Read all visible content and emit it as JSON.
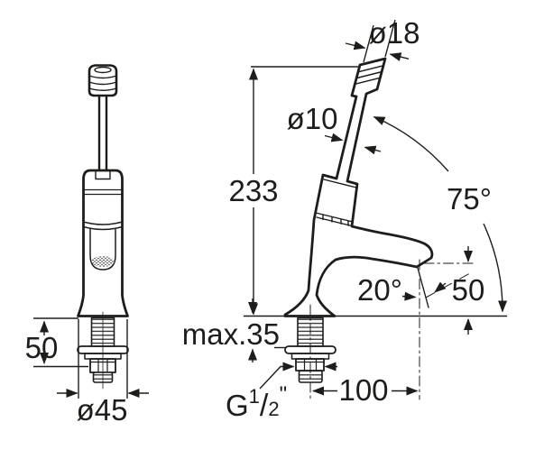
{
  "drawing": {
    "subject": "pillar tap technical dimension drawing, front view and side view",
    "line_color": "#1d1d1b",
    "background_color": "#ffffff"
  },
  "labels": {
    "spout_tip_diameter": "ø18",
    "stem_diameter": "ø10",
    "total_height": "233",
    "handle_angle": "75°",
    "outlet_angle": "20°",
    "spout_height_above_deck": "50",
    "max_deck_thickness": "max.35",
    "spout_reach": "100",
    "under_deck_length": "50",
    "base_diameter": "ø45",
    "thread": {
      "g": "G",
      "num": "1",
      "slash": "/",
      "den": "2",
      "inch": "\""
    }
  }
}
